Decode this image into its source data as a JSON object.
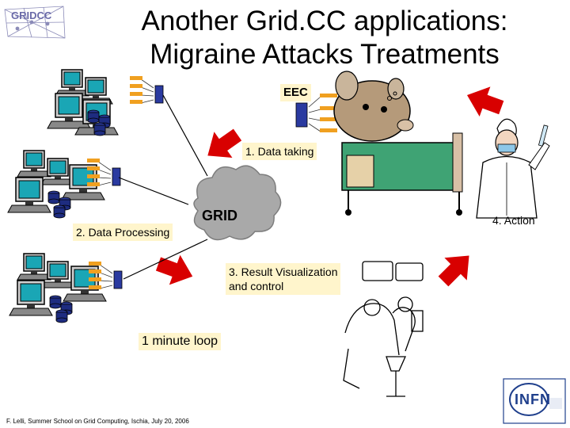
{
  "logo": {
    "text": "GRIDCC"
  },
  "title": {
    "line1": "Another Grid.CC applications:",
    "line2": "Migraine Attacks Treatments"
  },
  "labels": {
    "eec": "EEC",
    "data_taking": "1. Data taking",
    "data_processing": "2. Data Processing",
    "grid": "GRID",
    "result_line1": "3. Result Visualization",
    "result_line2": "and control",
    "action": "4. Action",
    "loop": "1 minute loop"
  },
  "footer": {
    "text": "F. Lelli, Summer School on Grid Computing, Ischia, July 20, 2006"
  },
  "infn_logo": {
    "text": "INFN"
  },
  "colors": {
    "arrow": "#d80000",
    "label_bg": "#fff5cc",
    "screen": "#1aa6b5",
    "grid_cloud": "#a9a9a9"
  }
}
